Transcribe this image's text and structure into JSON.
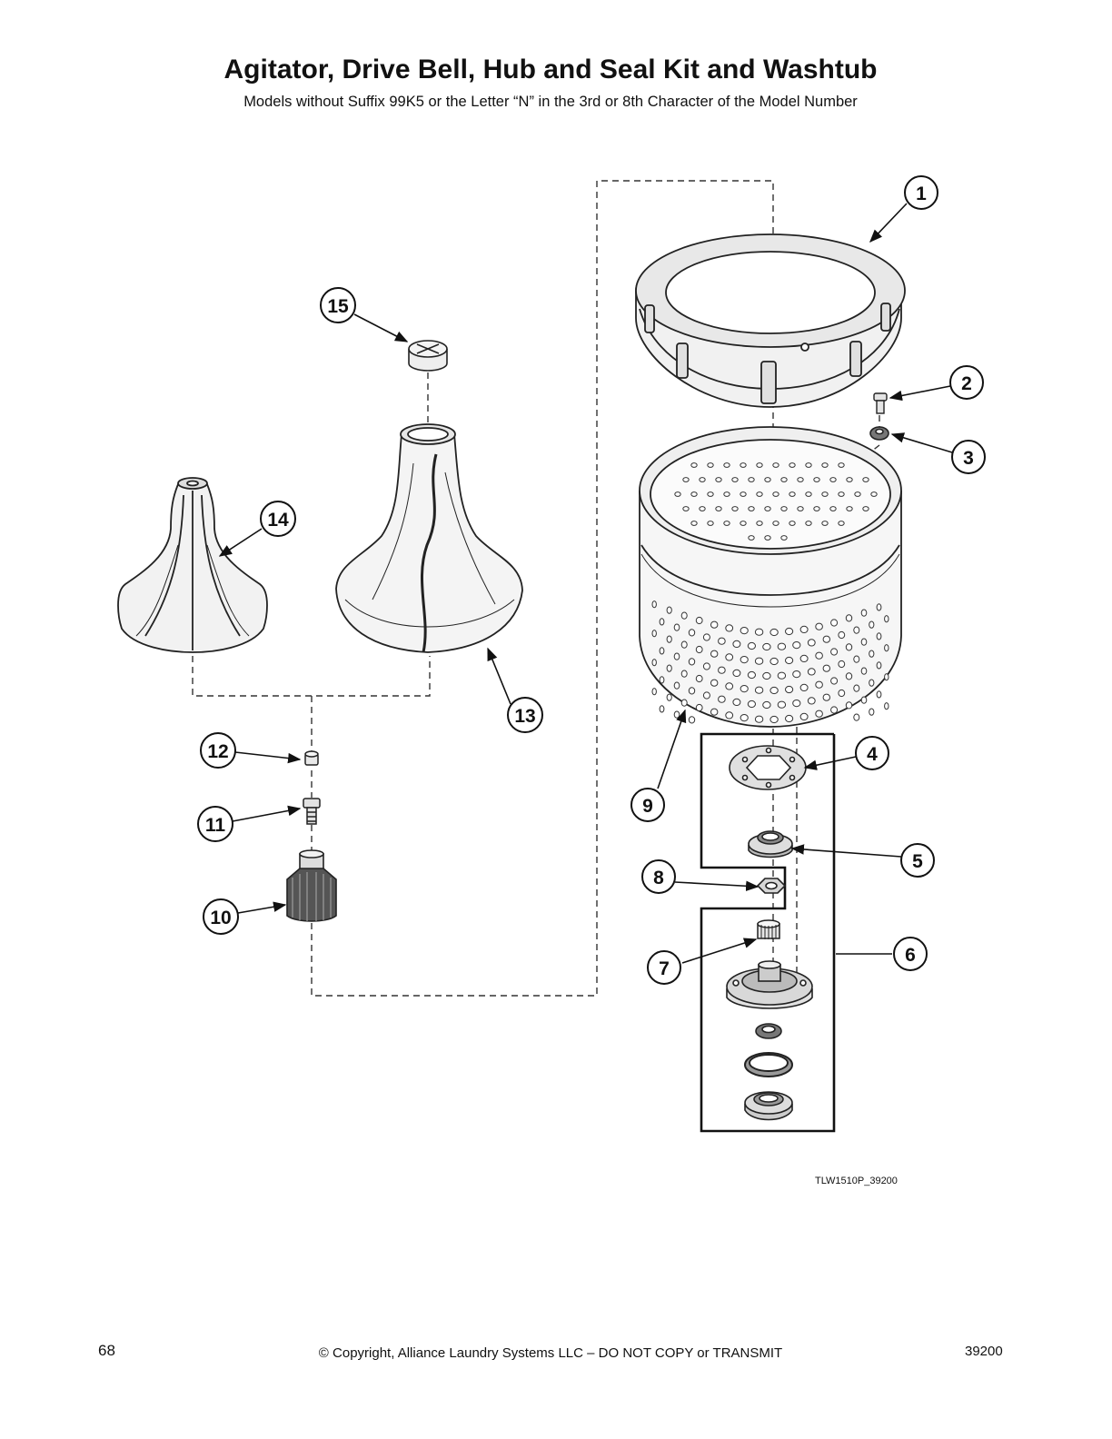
{
  "header": {
    "title": "Agitator, Drive Bell, Hub and Seal Kit and Washtub",
    "subtitle": "Models without Suffix 99K5 or the Letter “N” in the 3rd or 8th Character of the Model Number"
  },
  "diagram": {
    "callouts": [
      "1",
      "2",
      "3",
      "4",
      "5",
      "6",
      "7",
      "8",
      "9",
      "10",
      "11",
      "12",
      "13",
      "14",
      "15"
    ],
    "drawing_code": "TLW1510P_39200"
  },
  "footer": {
    "page_number": "68",
    "copyright": "© Copyright, Alliance Laundry Systems LLC – DO NOT COPY or TRANSMIT",
    "doc_number": "39200"
  }
}
